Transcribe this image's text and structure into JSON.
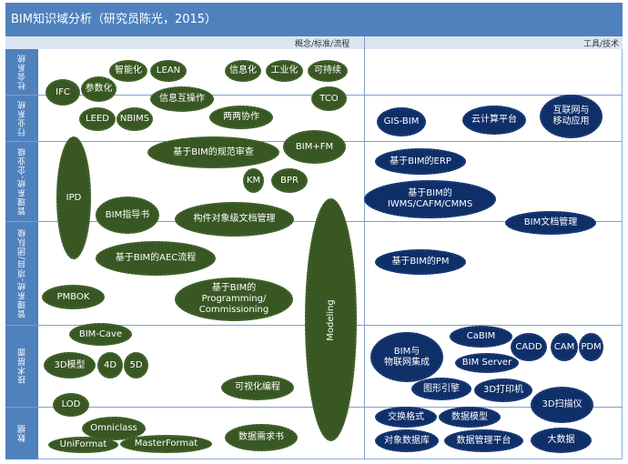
{
  "title": "BIM知识域分析（研究员陈光，2015）",
  "columns": [
    "概念/标准/流程",
    "工具/技术"
  ],
  "rows": [
    "社会系统",
    "行业系统",
    "管理系统-企业级",
    "管理系统-项目/团队级",
    "技术层面",
    "数据"
  ],
  "colors": {
    "header": "#4f81bd",
    "concept_blob": "#385723",
    "tool_blob": "#0f2f69"
  },
  "concepts": [
    "智能化",
    "LEAN",
    "信息化",
    "工业化",
    "可持续",
    "IFC",
    "参数化",
    "信息互操作",
    "TCO",
    "LEED",
    "NBIMS",
    "两两协作",
    "IPD",
    "基于BIM的规范审查",
    "BIM+FM",
    "KM",
    "BPR",
    "BIM指导书",
    "构件对象级文档管理",
    "基于BIM的AEC流程",
    "PMBOK",
    "基于BIM的\nProgramming/\nCommissioning",
    "Modeling",
    "BIM-Cave",
    "3D模型",
    "4D",
    "5D",
    "可视化编程",
    "LOD",
    "Omniclass",
    "UniFormat",
    "MasterFormat",
    "数据需求书"
  ],
  "tools": [
    "GIS-BIM",
    "云计算平台",
    "互联网与\n移动应用",
    "基于BIM的ERP",
    "基于BIM的\nIWMS/CAFM/CMMS",
    "BIM文档管理",
    "基于BIM的PM",
    "CaBIM",
    "BIM与\n物联网集成",
    "CADD",
    "CAM",
    "PDM",
    "BIM Server",
    "图形引擎",
    "3D打印机",
    "3D扫描仪",
    "交换格式",
    "数据模型",
    "对象数据库",
    "数据管理平台",
    "大数据"
  ]
}
